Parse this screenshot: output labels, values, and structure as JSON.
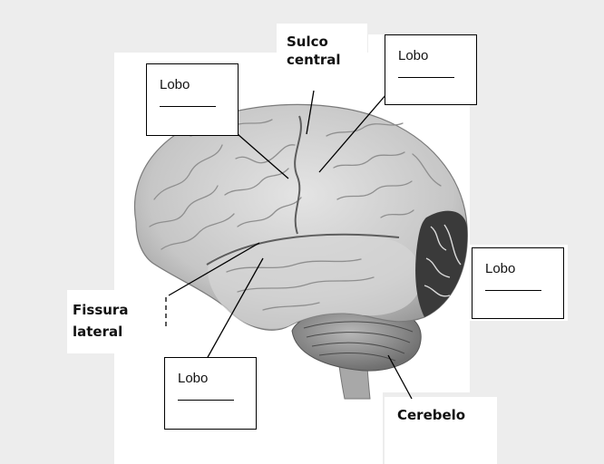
{
  "boxes": [
    {
      "id": "box-top-left",
      "label": "Lobo",
      "blank": "______"
    },
    {
      "id": "box-top-right",
      "label": "Lobo",
      "blank": "______"
    },
    {
      "id": "box-right",
      "label": "Lobo",
      "blank": "______"
    },
    {
      "id": "box-bottom",
      "label": "Lobo",
      "blank": "______"
    }
  ],
  "annotations": {
    "central_sulcus_line1": "Sulco",
    "central_sulcus_line2": "central",
    "lateral_fissure_line1": "Fissura",
    "lateral_fissure_line2": "lateral",
    "cerebellum": "Cerebelo"
  },
  "colors": {
    "background": "#ededed",
    "panel": "#ffffff",
    "brain": "#cfcfcf",
    "occipital": "#3a3a3a"
  }
}
